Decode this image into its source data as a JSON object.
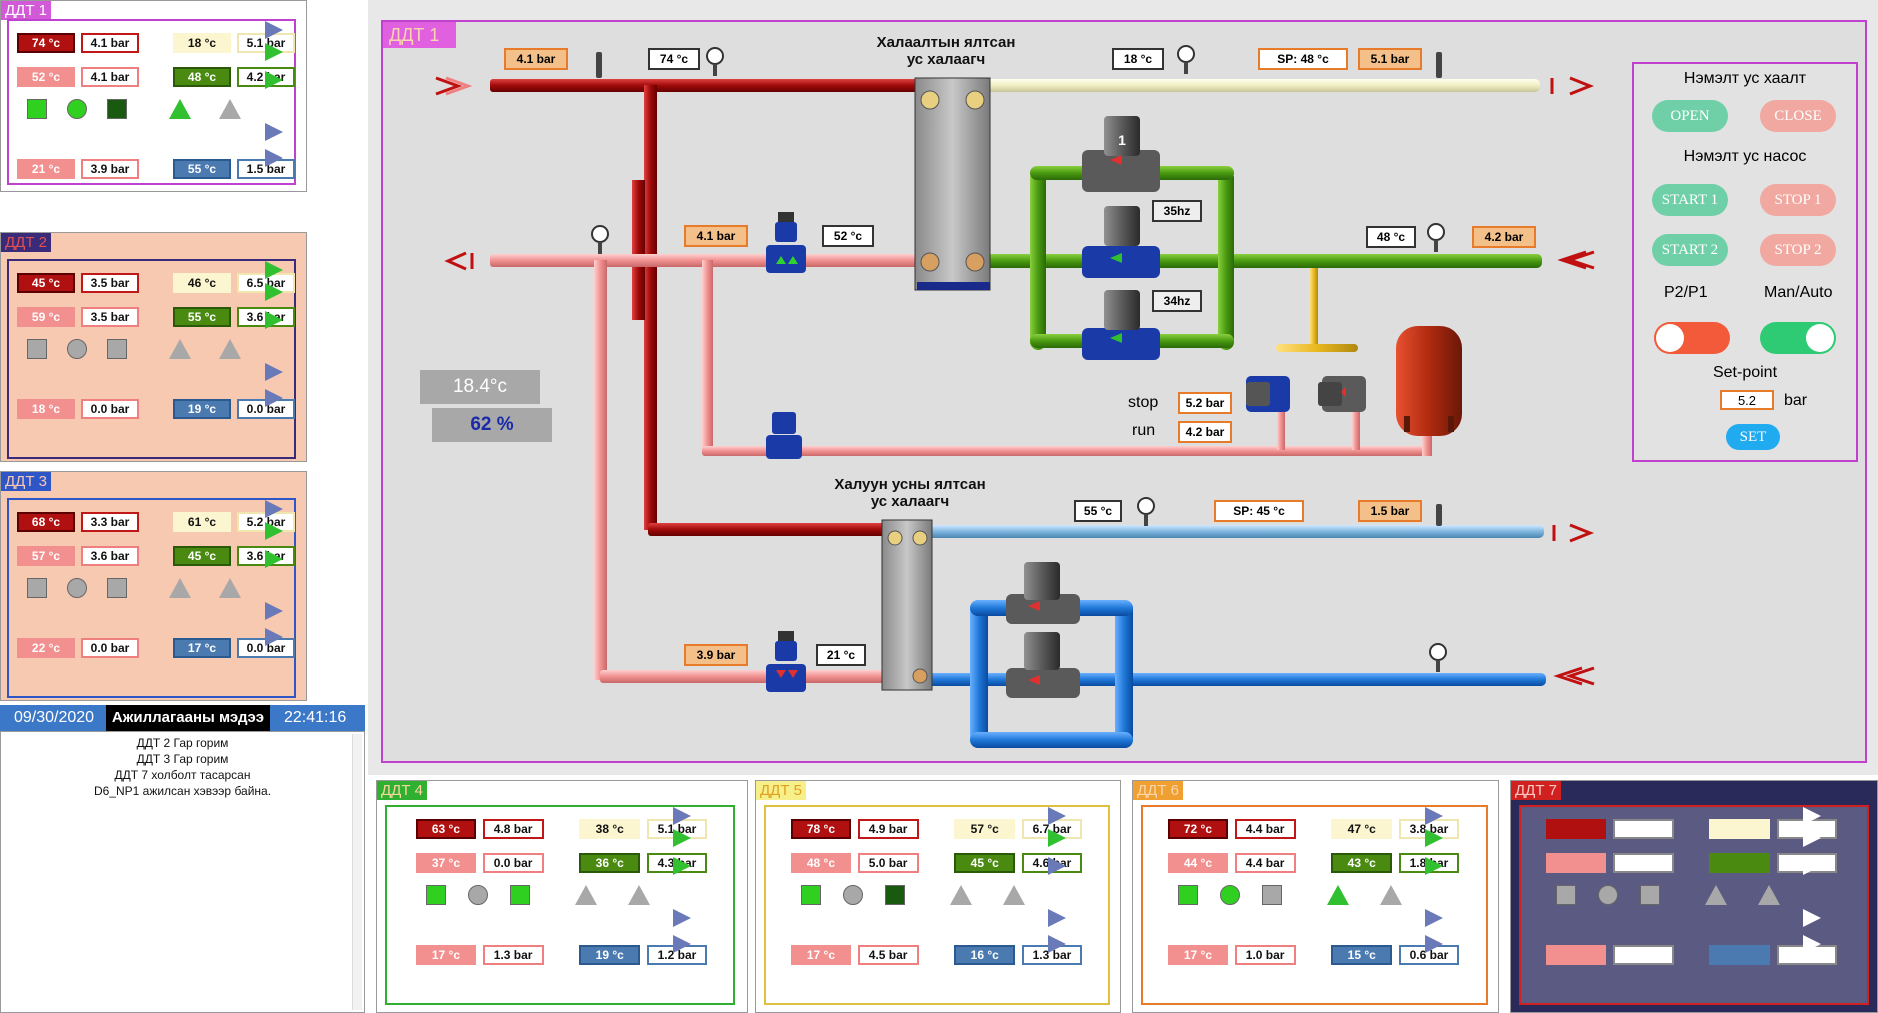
{
  "statusbar": {
    "date": "09/30/2020",
    "title": "Ажиллагааны мэдээ",
    "time": "22:41:16"
  },
  "log": [
    "ДДТ 2 Гар горим",
    "ДДТ 3 Гар горим",
    "ДДТ 7 холболт тасарсан",
    "D6_NP1 ажилсан хэвээр байна."
  ],
  "main": {
    "title": "ДДТ 1",
    "hx1_label_line1": "Халаалтын ялтсан",
    "hx1_label_line2": "ус халаагч",
    "hx2_label_line1": "Халуун усны ялтсан",
    "hx2_label_line2": "ус халаагч",
    "tags": {
      "t_supply_press": "4.1 bar",
      "t_supply_temp": "74 °c",
      "t_dhw_temp": "18 °c",
      "t_dhw_sp": "SP: 48 °c",
      "t_dhw_press": "5.1 bar",
      "t_ret_press": "4.1 bar",
      "t_ret_temp": "52 °c",
      "t_heat_temp": "48 °c",
      "t_heat_press": "4.2 bar",
      "t_hw_temp": "55 °c",
      "t_hw_sp": "SP: 45 °c",
      "t_hw_press": "1.5 bar",
      "t_low_press": "3.9 bar",
      "t_low_temp": "21 °c",
      "pump1_hz": "35hz",
      "pump2_hz": "34hz",
      "pump_no": "1",
      "stop_label": "stop",
      "stop_val": "5.2 bar",
      "run_label": "run",
      "run_val": "4.2 bar"
    },
    "outdoor_temp": "18.4°c",
    "valve_pct": "62 %",
    "ctrl": {
      "title1": "Нэмэлт ус хаалт",
      "open": "OPEN",
      "close": "CLOSE",
      "title2": "Нэмэлт ус насос",
      "start1": "START 1",
      "stop1": "STOP 1",
      "start2": "START 2",
      "stop2": "STOP 2",
      "p2p1": "P2/P1",
      "manauto": "Man/Auto",
      "setpoint": "Set-point",
      "sp_value": "5.2",
      "unit": "bar",
      "set": "SET"
    }
  },
  "colors": {
    "supply": "#b01010",
    "return": "#f0a0a0",
    "green": "#4a9a10",
    "blue": "#1f78d8",
    "lightblue": "#7fb6df",
    "cream": "#f4f1c8",
    "magenta": "#c040d0",
    "toggle_red": "#f25a3a",
    "toggle_green": "#2fca74"
  },
  "panels": [
    {
      "id": "p1",
      "title": "ДДТ 1",
      "v": [
        "74 °c",
        "4.1 bar",
        "18 °c",
        "5.1 bar",
        "52 °c",
        "4.1 bar",
        "48 °c",
        "4.2 bar",
        "21 °c",
        "3.9 bar",
        "55 °c",
        "1.5 bar"
      ]
    },
    {
      "id": "p2",
      "title": "ДДТ 2",
      "v": [
        "45 °c",
        "3.5 bar",
        "46 °c",
        "6.5 bar",
        "59 °c",
        "3.5 bar",
        "55 °c",
        "3.6 bar",
        "18 °c",
        "0.0 bar",
        "19 °c",
        "0.0 bar"
      ]
    },
    {
      "id": "p3",
      "title": "ДДТ 3",
      "v": [
        "68 °c",
        "3.3 bar",
        "61 °c",
        "5.2 bar",
        "57 °c",
        "3.6 bar",
        "45 °c",
        "3.6 bar",
        "22 °c",
        "0.0 bar",
        "17 °c",
        "0.0 bar"
      ]
    },
    {
      "id": "p4",
      "title": "ДДТ 4",
      "v": [
        "63 °c",
        "4.8 bar",
        "38 °c",
        "5.1 bar",
        "37 °c",
        "0.0 bar",
        "36 °c",
        "4.3 bar",
        "17 °c",
        "1.3 bar",
        "19 °c",
        "1.2 bar"
      ]
    },
    {
      "id": "p5",
      "title": "ДДТ 5",
      "v": [
        "78 °c",
        "4.9 bar",
        "57 °c",
        "6.7 bar",
        "48 °c",
        "5.0 bar",
        "45 °c",
        "4.6 bar",
        "17 °c",
        "4.5 bar",
        "16 °c",
        "1.3 bar"
      ]
    },
    {
      "id": "p6",
      "title": "ДДТ 6",
      "v": [
        "72 °c",
        "4.4 bar",
        "47 °c",
        "3.8 bar",
        "44 °c",
        "4.4 bar",
        "43 °c",
        "1.8 bar",
        "17 °c",
        "1.0 bar",
        "15 °c",
        "0.6 bar"
      ]
    },
    {
      "id": "p7",
      "title": "ДДТ 7",
      "v": [
        "",
        "",
        "",
        "",
        "",
        "",
        "",
        "",
        "",
        "",
        "",
        ""
      ]
    }
  ]
}
